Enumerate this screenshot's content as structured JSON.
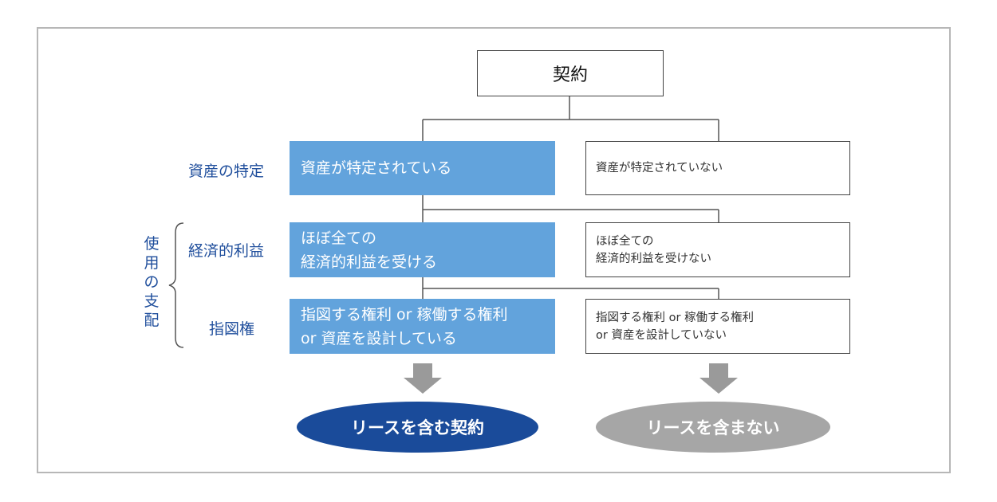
{
  "top_box": {
    "label": "契約"
  },
  "rows": [
    {
      "label": "資産の特定",
      "yes": [
        "資産が特定されている"
      ],
      "no": [
        "資産が特定されていない"
      ]
    },
    {
      "label": "経済的利益",
      "yes": [
        "ほぼ全ての",
        "経済的利益を受ける"
      ],
      "no": [
        "ほぼ全ての",
        "経済的利益を受けない"
      ]
    },
    {
      "label": "指図権",
      "yes": [
        "指図する権利 or 稼働する権利",
        "or 資産を設計している"
      ],
      "no": [
        "指図する権利 or 稼働する権利",
        "or 資産を設計していない"
      ]
    }
  ],
  "group_label": [
    "使",
    "用",
    "の",
    "支",
    "配"
  ],
  "results": {
    "yes": "リースを含む契約",
    "no": "リースを含まない"
  },
  "colors": {
    "blue_box": "#62a3dc",
    "label_blue": "#1f4e9c",
    "ellipse_yes": "#1a4b9a",
    "ellipse_no": "#a6a6a6",
    "arrow": "#9a9a9a",
    "line": "#555555"
  }
}
